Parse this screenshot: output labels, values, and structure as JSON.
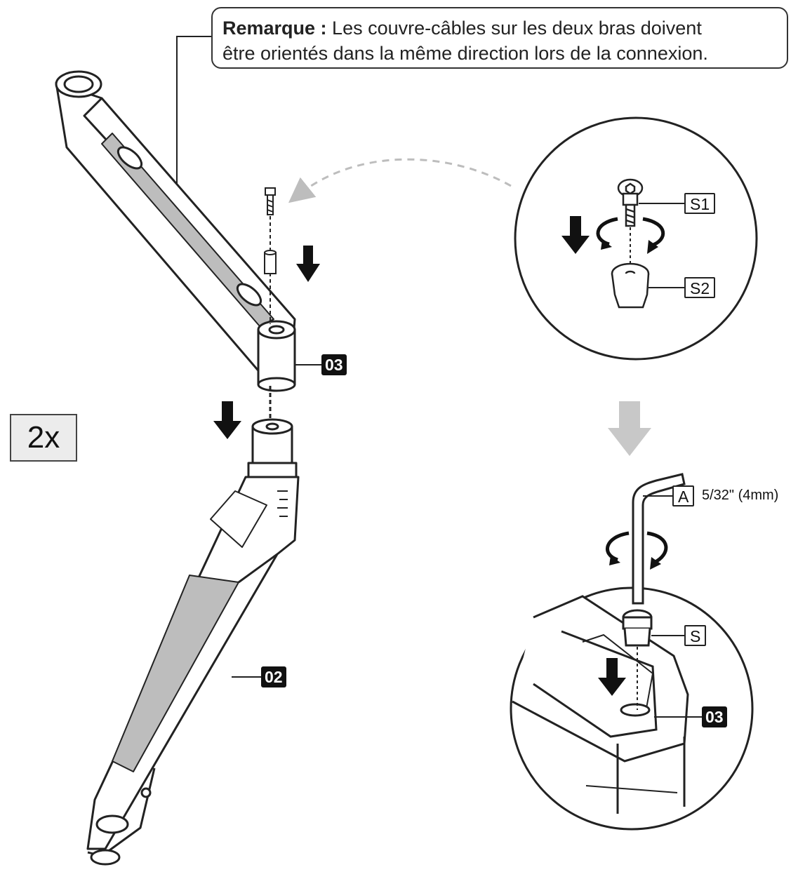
{
  "note": {
    "label": "Remarque :",
    "line1_rest": " Les couvre-câbles sur les deux bras doivent",
    "line2": "être orientés dans la même direction lors de la connexion."
  },
  "multiplier": "2x",
  "labels": {
    "part_03": "03",
    "part_02": "02",
    "s1": "S1",
    "s2": "S2",
    "a": "A",
    "a_size": "5/32\" (4mm)",
    "s": "S",
    "part_03_detail": "03"
  },
  "colors": {
    "line": "#222222",
    "cover_gray": "#b9b9b9",
    "light_arrow": "#c8c8c8",
    "dashed_arrow": "#bdbdbd"
  }
}
